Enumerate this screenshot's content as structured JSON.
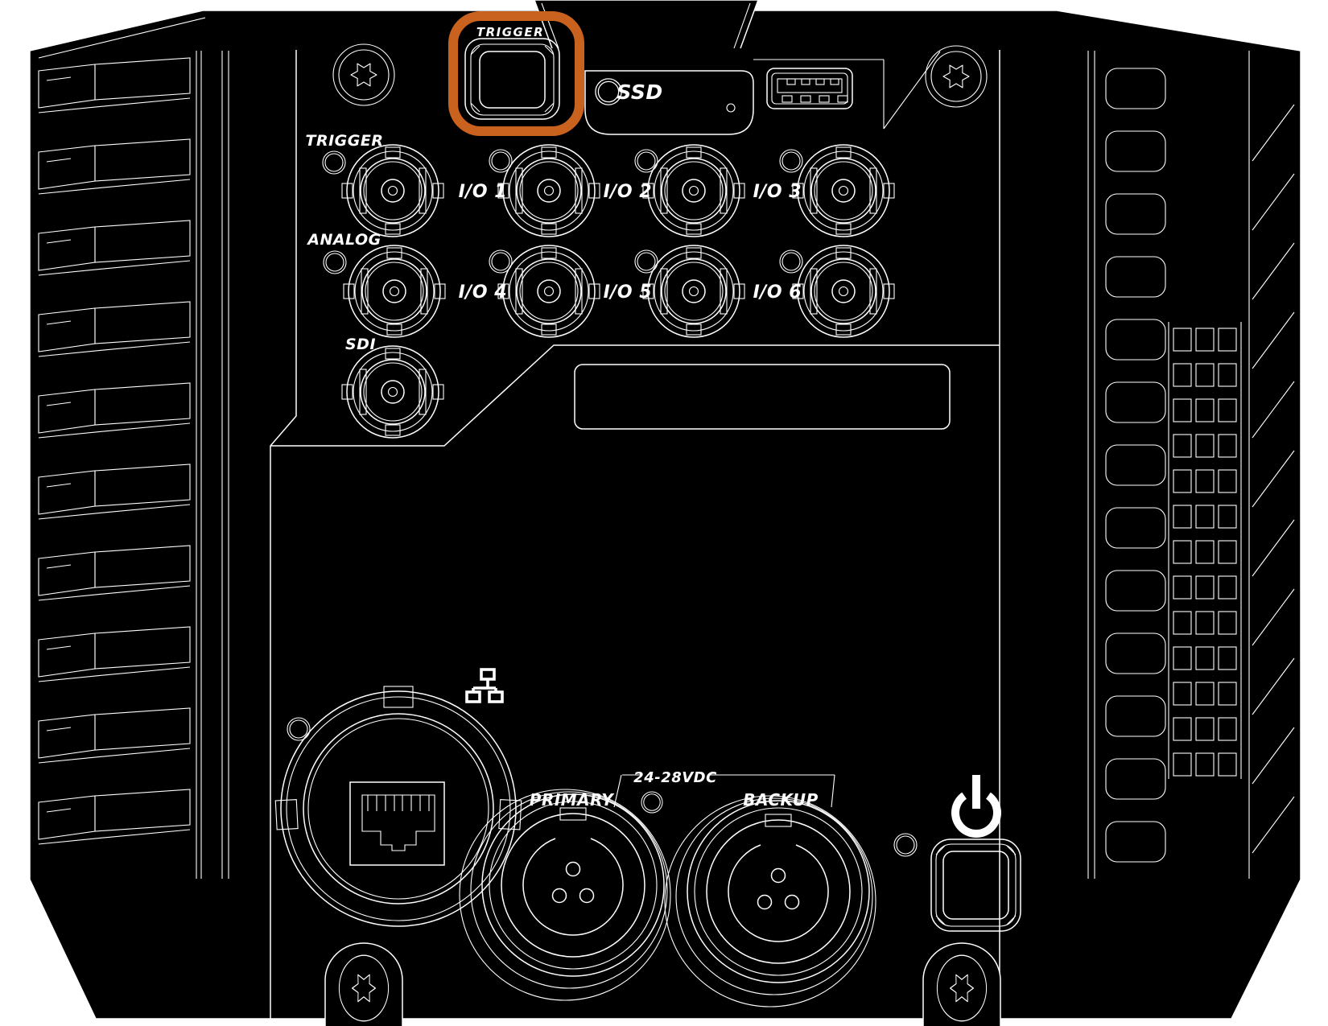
{
  "labels": {
    "trigger_button": "TRIGGER",
    "ssd": "SSD",
    "trigger_bnc": "TRIGGER",
    "analog_bnc": "ANALOG",
    "sdi_bnc": "SDI",
    "io_ports": [
      "I/O 1",
      "I/O 2",
      "I/O 3",
      "I/O 4",
      "I/O 5",
      "I/O 6"
    ],
    "power_primary": "PRIMARY",
    "power_backup": "BACKUP",
    "power_voltage": "24-28VDC"
  },
  "icons": {
    "ethernet": "ethernet-network-icon",
    "power": "power-symbol-icon",
    "usb": "usb-a-port",
    "screws": "torx-screw-icon"
  },
  "annotation": {
    "type": "highlight-box",
    "shape": "rounded-rectangle",
    "target": "trigger-button"
  },
  "colors": {
    "background": "#ffffff",
    "body": "#000000",
    "line": "#ffffff",
    "highlight": "#c8621e"
  }
}
